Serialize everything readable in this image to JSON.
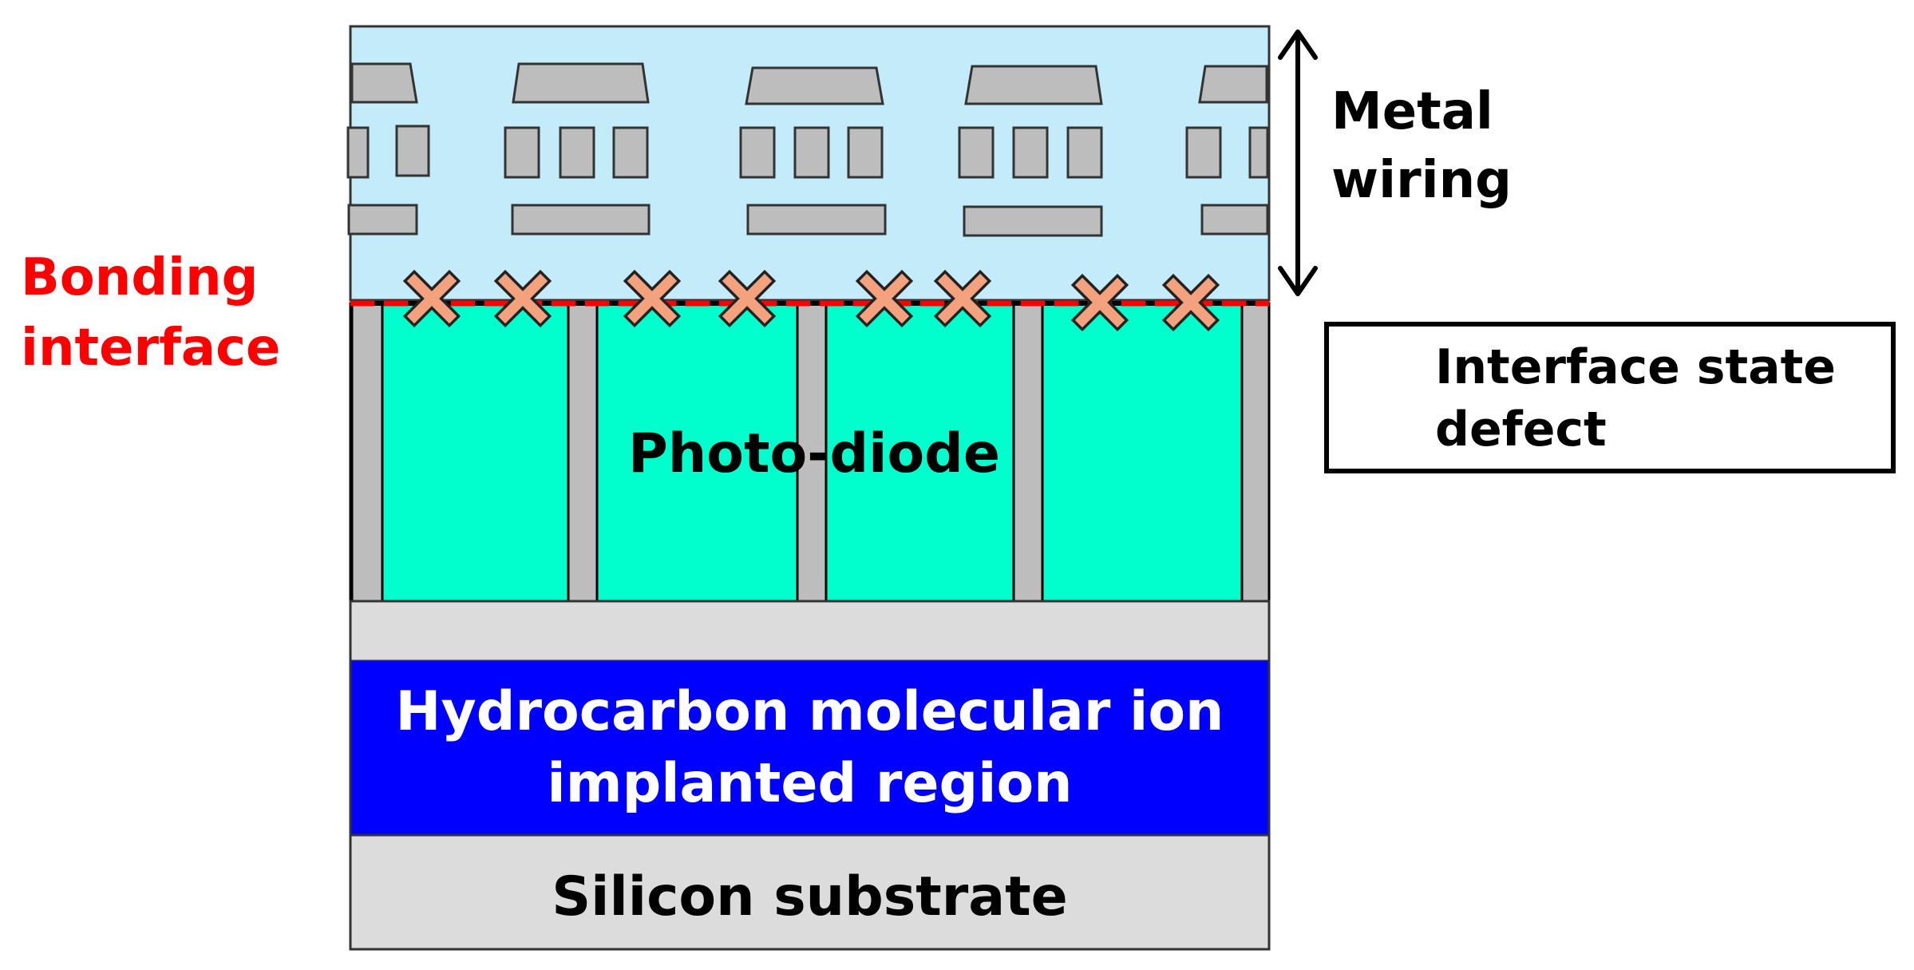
{
  "labels": {
    "metal_wiring_line1": "Metal",
    "metal_wiring_line2": "wiring",
    "bonding_line1": "Bonding",
    "bonding_line2": "interface",
    "photodiode": "Photo-diode",
    "implant_line1": "Hydrocarbon molecular ion",
    "implant_line2": "implanted region",
    "substrate": "Silicon substrate"
  },
  "legend": {
    "defect_line1": "Interface state",
    "defect_line2": "defect",
    "icon": "cross-mark-icon"
  },
  "colors": {
    "wiring_layer": "#c3ebfa",
    "metal": "#bdbdbd",
    "photodiode": "#00ffcc",
    "isolation": "#bdbdbd",
    "implant": "#0000ff",
    "substrate": "#dcdcdc",
    "bonding_interface": "#ff0000",
    "defect": "#f4a27e"
  }
}
